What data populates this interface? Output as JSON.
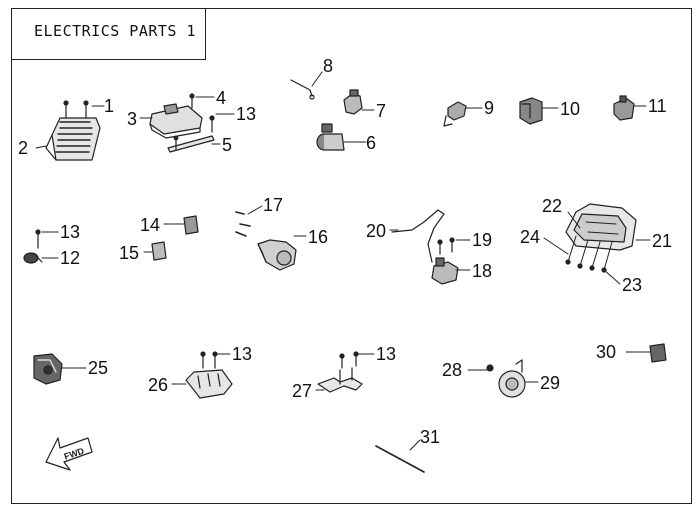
{
  "title": "ELECTRICS PARTS 1",
  "fwd_label": "FWD",
  "callouts": [
    "1",
    "2",
    "3",
    "4",
    "5",
    "6",
    "7",
    "8",
    "9",
    "10",
    "11",
    "12",
    "13",
    "14",
    "15",
    "16",
    "17",
    "18",
    "19",
    "20",
    "21",
    "22",
    "23",
    "24",
    "25",
    "26",
    "27",
    "28",
    "29",
    "30",
    "31"
  ],
  "callout_13_count": 4,
  "line_color": "#222222",
  "part_fill": "#d8d8d8",
  "part_dark": "#555555"
}
